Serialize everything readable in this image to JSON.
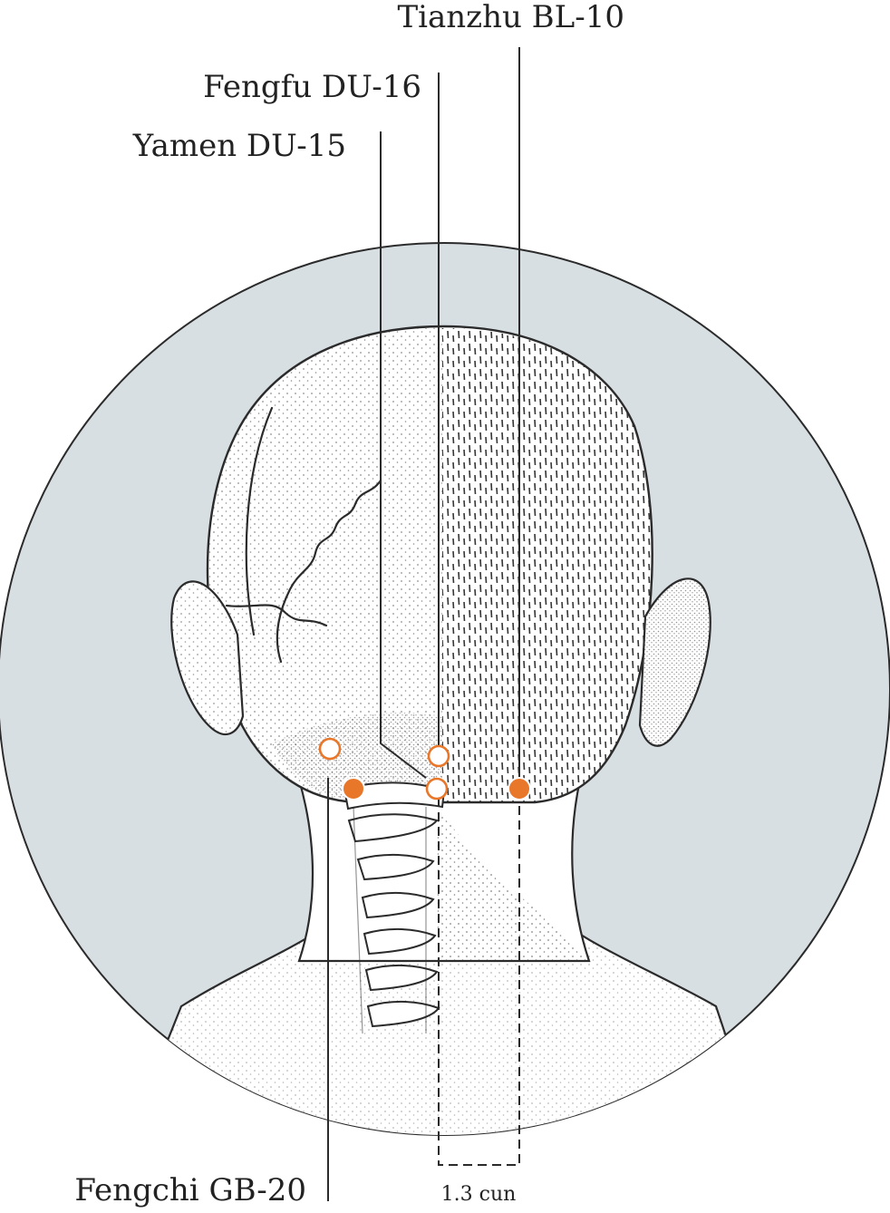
{
  "colors": {
    "background_disc": "#d8dfe3",
    "point_accent": "#e8772a",
    "ink": "#2b2b2b",
    "skin": "#ffffff"
  },
  "labels": {
    "tianzhu": "Tianzhu BL-10",
    "fengfu": "Fengfu DU-16",
    "yamen": "Yamen DU-15",
    "fengchi": "Fengchi GB-20",
    "measure": "1.3 cun"
  },
  "points": [
    {
      "id": "tianzhu",
      "style": "filled"
    },
    {
      "id": "fengfu",
      "style": "hollow"
    },
    {
      "id": "yamen",
      "style": "hollow"
    },
    {
      "id": "fengchi",
      "style": "filled"
    },
    {
      "id": "fengchi-contralateral",
      "style": "hollow"
    }
  ]
}
